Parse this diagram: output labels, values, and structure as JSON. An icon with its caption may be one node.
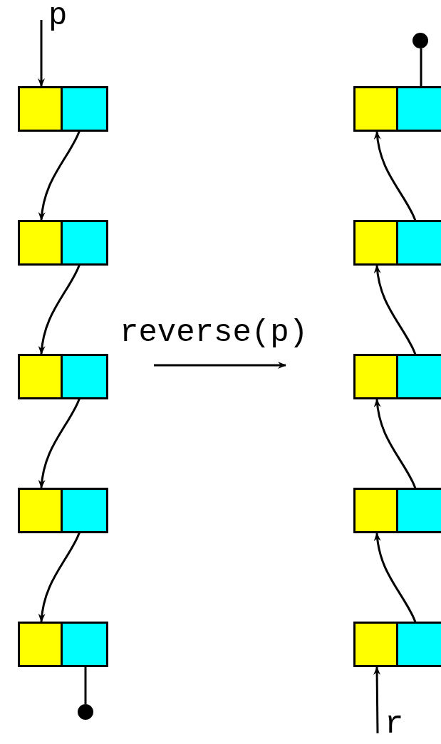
{
  "diagram": {
    "nodes": [
      {
        "text": [
          "p"
        ]
      },
      {
        "text": [],
        "shape": "box"
      },
      {
        "text": [],
        "shape": "box"
      },
      {
        "text": [],
        "shape": "box"
      },
      {
        "text": [],
        "shape": "box"
      },
      {
        "text": [],
        "shape": "box"
      },
      {
        "text": [],
        "shape": "circle"
      },
      {
        "text": [],
        "shape": "circle"
      },
      {
        "text": [],
        "shape": "box"
      },
      {
        "text": [],
        "shape": "box"
      },
      {
        "text": [],
        "shape": "box"
      },
      {
        "text": [],
        "shape": "box"
      },
      {
        "text": [],
        "shape": "box"
      },
      {
        "text": [
          "r"
        ]
      }
    ],
    "edges": [
      {
        "from": 0,
        "to": 1,
        "arrow": "to"
      },
      {
        "from": 1,
        "to": 2,
        "arrow": "to"
      },
      {
        "from": 2,
        "to": 3,
        "arrow": "to"
      },
      {
        "from": 3,
        "to": 4,
        "arrow": "to"
      },
      {
        "from": 4,
        "to": 5,
        "arrow": "to"
      },
      {
        "from": 5,
        "to": 6,
        "arrow": "none"
      },
      {
        "from": 8,
        "to": 7,
        "arrow": "none"
      },
      {
        "from": 9,
        "to": 8,
        "arrow": "to"
      },
      {
        "from": 10,
        "to": 9,
        "arrow": "to"
      },
      {
        "from": 11,
        "to": 10,
        "arrow": "to"
      },
      {
        "from": 12,
        "to": 11,
        "arrow": "to"
      },
      {
        "from": 13,
        "to": 12,
        "arrow": "to"
      }
    ],
    "labels": [
      "reverse(p)"
    ]
  }
}
